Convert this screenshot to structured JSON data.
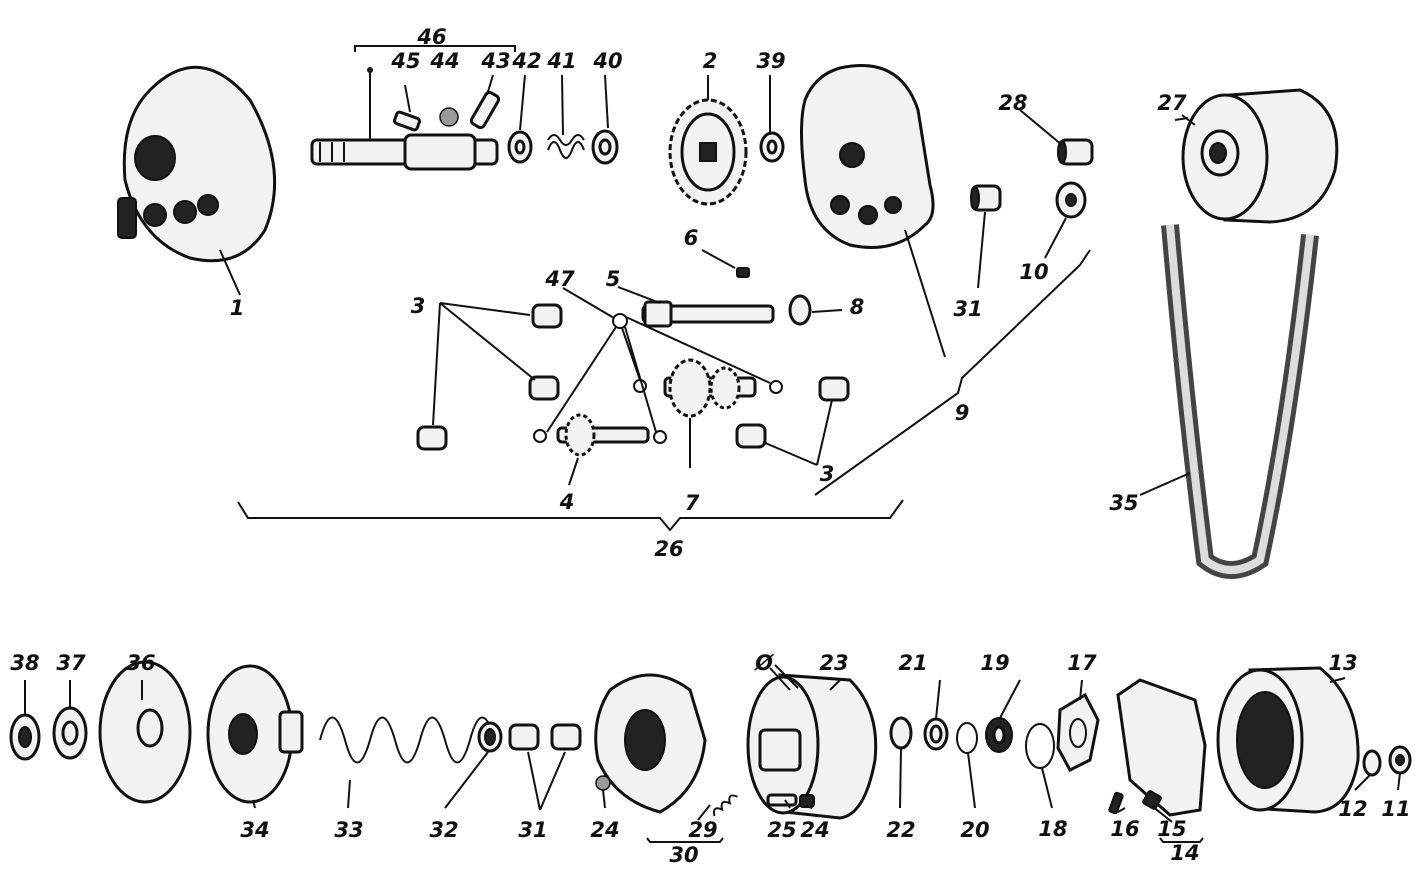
{
  "labels": {
    "p1": "1",
    "p2": "2",
    "p3a": "3",
    "p3b": "3",
    "p4": "4",
    "p5": "5",
    "p6": "6",
    "p7": "7",
    "p8": "8",
    "p9": "9",
    "p10": "10",
    "p11": "11",
    "p12": "12",
    "p13": "13",
    "p14": "14",
    "p15": "15",
    "p16": "16",
    "p17": "17",
    "p18": "18",
    "p19": "19",
    "p20": "20",
    "p21": "21",
    "p22": "22",
    "p23": "23",
    "p24a": "24",
    "p24b": "24",
    "p25": "25",
    "p26": "26",
    "p27": "27",
    "p28": "28",
    "p29": "29",
    "p30": "30",
    "p31a": "31",
    "p31b": "31",
    "p32": "32",
    "p33": "33",
    "p34": "34",
    "p35": "35",
    "p36": "36",
    "p37": "37",
    "p38": "38",
    "p39": "39",
    "p40": "40",
    "p41": "41",
    "p42": "42",
    "p43": "43",
    "p44": "44",
    "p45": "45",
    "p46": "46",
    "p47": "47",
    "p0": "Ø"
  }
}
